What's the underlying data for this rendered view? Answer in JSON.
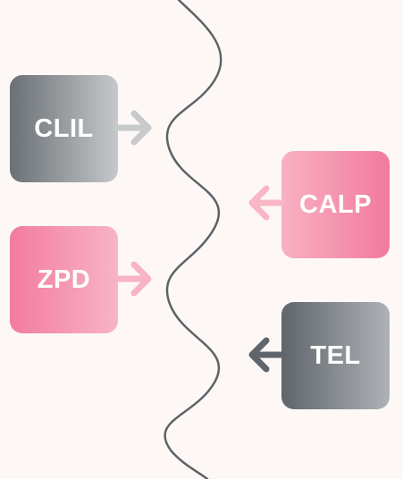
{
  "boxes": {
    "clil": {
      "label": "CLIL"
    },
    "calp": {
      "label": "CALP"
    },
    "zpd": {
      "label": "ZPD"
    },
    "tel": {
      "label": "TEL"
    }
  },
  "colors": {
    "background": "#fdf8f6",
    "gray_dark": "#5f656b",
    "gray_light": "#c6c8ca",
    "pink_dark": "#f27a9e",
    "pink_light": "#f8b4c6",
    "divider": "#5d6368"
  },
  "icons": {
    "clil_arrow": "arrow-right-icon",
    "calp_arrow": "arrow-left-icon",
    "zpd_arrow": "arrow-right-icon",
    "tel_arrow": "arrow-left-icon"
  }
}
